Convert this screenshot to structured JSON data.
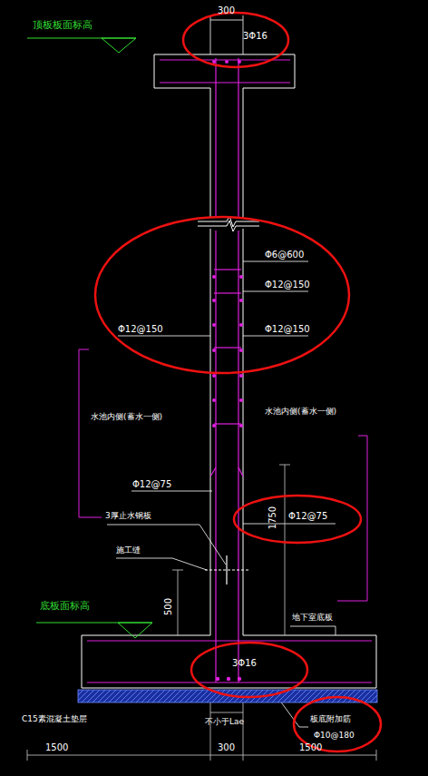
{
  "diagram": {
    "labels": [
      "300",
      "顶板板面标高",
      "3Φ16",
      "Φ6@600",
      "Φ12@150",
      "Φ12@150",
      "Φ12@150",
      "水池内侧(蓄水一侧)",
      "水池内侧(蓄水一侧)",
      "Φ12@75",
      "Φ12@75",
      "3厚止水钢板",
      "施工缝",
      "1750",
      "500",
      "底板面标高",
      "地下室底板",
      "3Φ16",
      "C15素混凝土垫层",
      "不小于Lae",
      "板底附加筋",
      "Φ10@180",
      "1500",
      "300",
      "1500"
    ]
  }
}
